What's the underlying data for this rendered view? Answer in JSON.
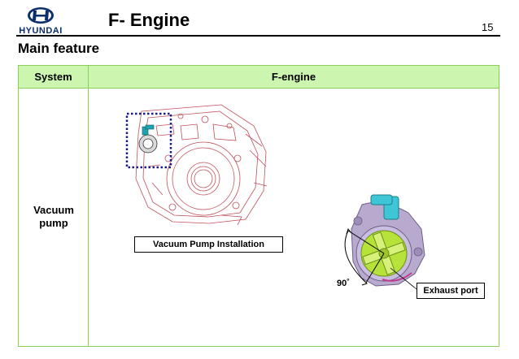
{
  "header": {
    "brand": "HYUNDAI",
    "title": "F- Engine",
    "page_number": "15"
  },
  "section_title": "Main feature",
  "table": {
    "headers": [
      "System",
      "F-engine"
    ],
    "row": {
      "label_line1": "Vacuum",
      "label_line2": "pump"
    }
  },
  "figure": {
    "installation_caption": "Vacuum Pump Installation",
    "angle_label": "90˚",
    "exhaust_label": "Exhaust port"
  },
  "icons": {
    "logo": "hyundai-logo-icon"
  },
  "colors": {
    "header_fill": "#ccf5b0",
    "table_border": "#8bcf55",
    "brand_blue": "#0b2e6d",
    "drawing_red": "#c0505a",
    "highlight_dots": "#1a1a8c",
    "pump_body": "#b8a9cf",
    "pump_rotor": "#b6e23a",
    "pump_nozzle": "#3ec6d6"
  }
}
